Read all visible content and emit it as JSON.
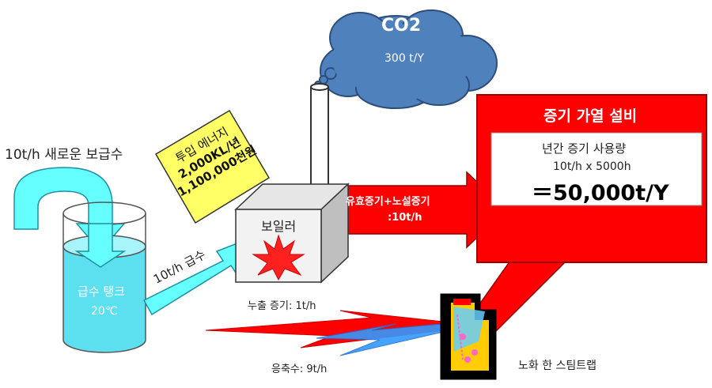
{
  "co2": {
    "title": "CO2",
    "amount": "300  t/Y"
  },
  "feed_water": {
    "label": "10t/h  새로운 보급수"
  },
  "tank": {
    "name": "급수 탱크",
    "temp": "20℃"
  },
  "supply_arrow": {
    "label": "10t/h  급수"
  },
  "energy_note": {
    "line1": "투입 에너지",
    "line2": "2,000KL/년",
    "line3": "1,100,000천원"
  },
  "boiler": {
    "label": "보일러"
  },
  "steam_arrow": {
    "line1": "유효증기+노설증기",
    "line2": ":10t/h"
  },
  "equipment": {
    "title": "증기 가열 설비",
    "usage_label": "년간 증기 사용량",
    "formula": "10t/h x 5000h",
    "result": "＝50,000t/Y"
  },
  "leak": {
    "label": "누출 증기: 1t/h"
  },
  "condensate": {
    "label": "응축수: 9t/h"
  },
  "trap": {
    "label": "노화 한 스팀트랩"
  },
  "colors": {
    "red": "#ff0000",
    "cyan": "#66ffff",
    "blue_cloud": "#4f81bd",
    "yellow": "#ffff66",
    "water": "#5ce0f0"
  }
}
